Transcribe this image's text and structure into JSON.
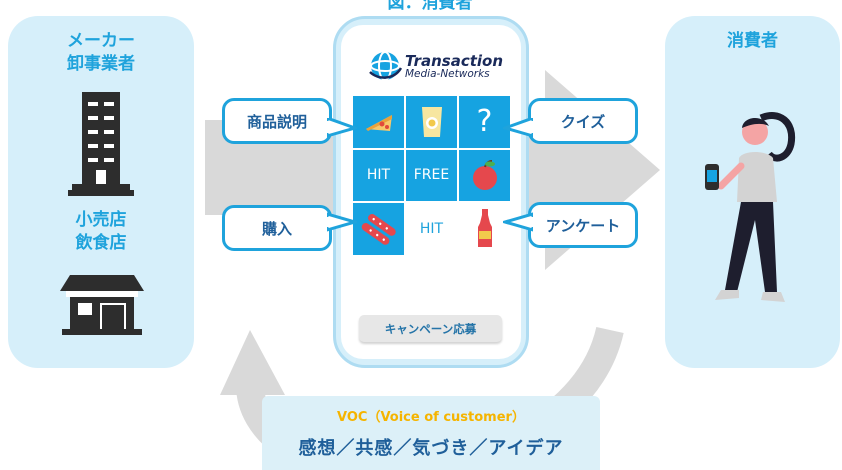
{
  "top_title": "図：消費者",
  "left_panel": {
    "title_maker": "メーカー\n卸事業者",
    "title_retail": "小売店\n飲食店"
  },
  "right_panel": {
    "title": "消費者"
  },
  "callouts": {
    "product": "商品説明",
    "purchase": "購入",
    "quiz": "クイズ",
    "survey": "アンケート"
  },
  "logo": {
    "line1": "Transaction",
    "line2": "Media-Networks"
  },
  "grid": [
    {
      "text": "",
      "icon": "pizza-icon",
      "style": "blue"
    },
    {
      "text": "",
      "icon": "chips-bag-icon",
      "style": "blue"
    },
    {
      "text": "?",
      "icon": "question-icon",
      "style": "blue"
    },
    {
      "text": "HIT",
      "icon": "",
      "style": "blue"
    },
    {
      "text": "FREE",
      "icon": "",
      "style": "blue"
    },
    {
      "text": "",
      "icon": "apple-icon",
      "style": "blue"
    },
    {
      "text": "",
      "icon": "candy-icon",
      "style": "blue"
    },
    {
      "text": "HIT",
      "icon": "",
      "style": "white"
    },
    {
      "text": "",
      "icon": "ketchup-bottle-icon",
      "style": "white"
    }
  ],
  "campaign_button": "キャンペーン応募",
  "voc": {
    "line1": "VOC（Voice of customer）",
    "line2": "感想／共感／気づき／アイデア"
  },
  "colors": {
    "accent": "#1fa3dc",
    "panel": "#d6effa",
    "arrow": "#d9d9d9",
    "voc_label": "#f5b400"
  }
}
